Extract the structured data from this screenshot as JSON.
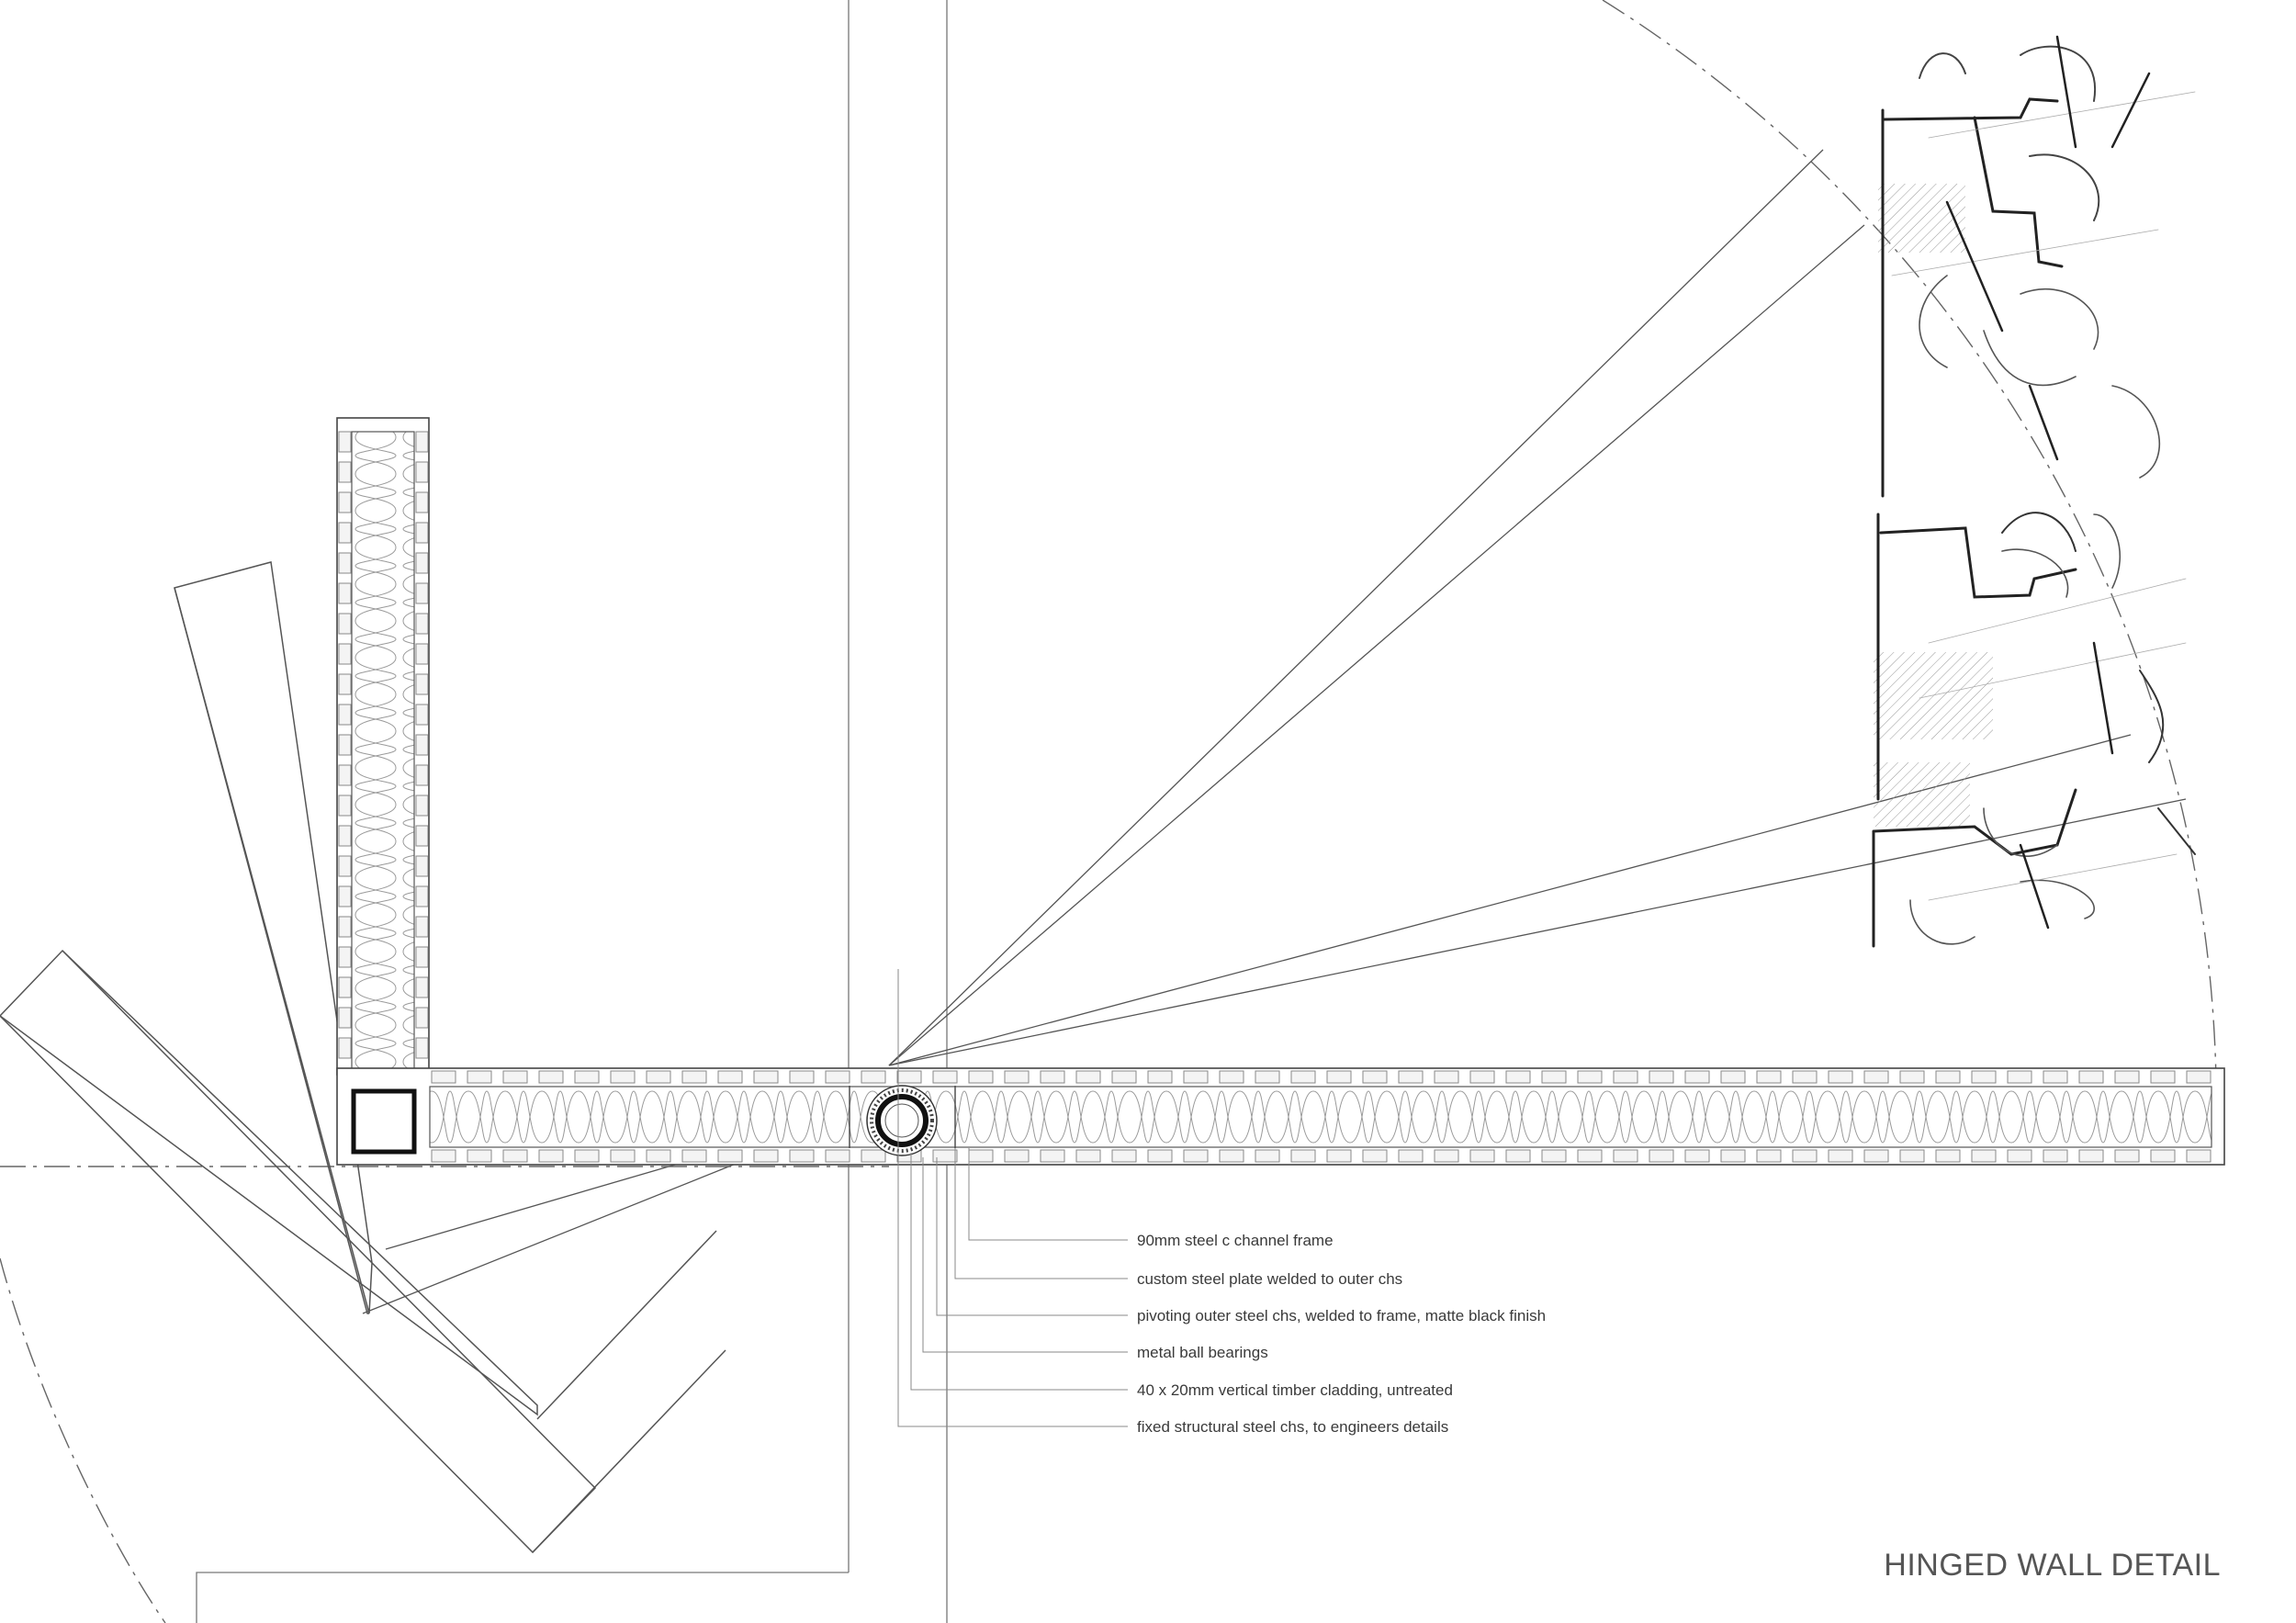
{
  "title": "HINGED WALL DETAIL",
  "annotations": [
    "90mm steel c channel frame",
    "custom steel plate welded to outer chs",
    "pivoting outer steel chs, welded to frame, matte black finish",
    "metal ball bearings",
    "40 x 20mm vertical timber cladding, untreated",
    "fixed structural steel chs, to engineers details"
  ],
  "colors": {
    "line": "#555555",
    "fine_line": "#8a8a8a",
    "heavy": "#1a1a1a",
    "background": "#ffffff"
  }
}
